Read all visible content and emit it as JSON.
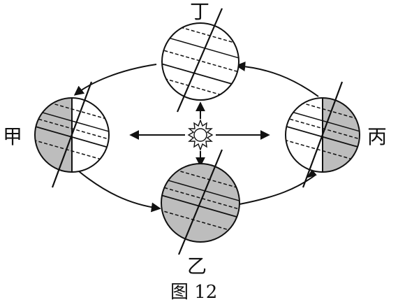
{
  "labels": {
    "top": "丁",
    "left": "甲",
    "right": "丙",
    "bottom": "乙"
  },
  "caption": "图 12",
  "colors": {
    "ink": "#111111",
    "night_shade": "#bdbdbd",
    "background": "#ffffff"
  }
}
